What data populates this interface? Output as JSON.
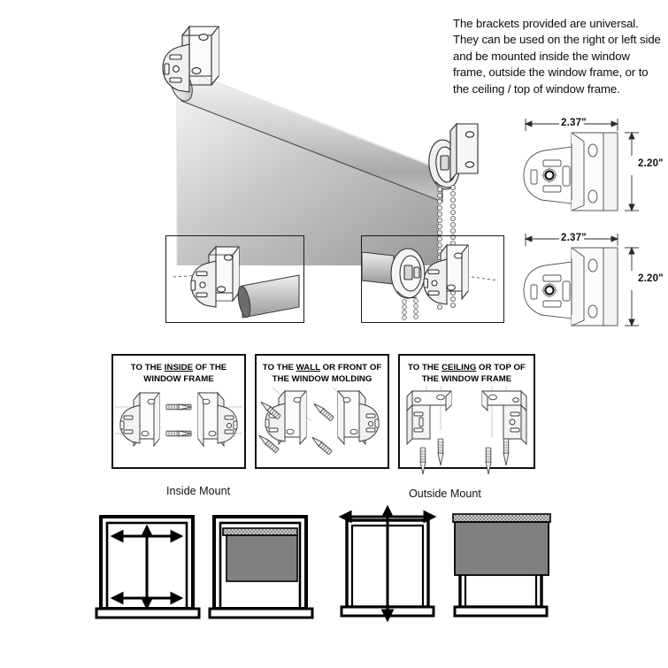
{
  "intro": {
    "text": "The brackets provided are universal. They can be used on the right or left side and be mounted inside the window frame, outside the window frame, or to the ceiling / top of window frame."
  },
  "dimensions": {
    "bracket_top": {
      "width": "2.37\"",
      "height": "2.20\""
    },
    "bracket_bottom": {
      "width": "2.37\"",
      "height": "2.20\""
    }
  },
  "mount_panels": [
    {
      "id": "inside",
      "line1_before": "TO THE ",
      "line1_underlined": "INSIDE",
      "line1_after": " OF THE",
      "line2": "WINDOW FRAME"
    },
    {
      "id": "wall",
      "line1_before": "TO THE ",
      "line1_underlined": "WALL",
      "line1_after": " OR FRONT OF",
      "line2": "THE WINDOW MOLDING"
    },
    {
      "id": "ceiling",
      "line1_before": "TO THE ",
      "line1_underlined": "CEILING",
      "line1_after": " OR TOP OF",
      "line2": "THE WINDOW FRAME"
    }
  ],
  "mount_comparison": {
    "inside_label": "Inside Mount",
    "outside_label": "Outside Mount"
  },
  "colors": {
    "line": "#1a1a1a",
    "fabric_light": "#f2f2f2",
    "fabric_dark": "#8f8f8f",
    "shade_fill": "#808080",
    "frame": "#000000"
  }
}
